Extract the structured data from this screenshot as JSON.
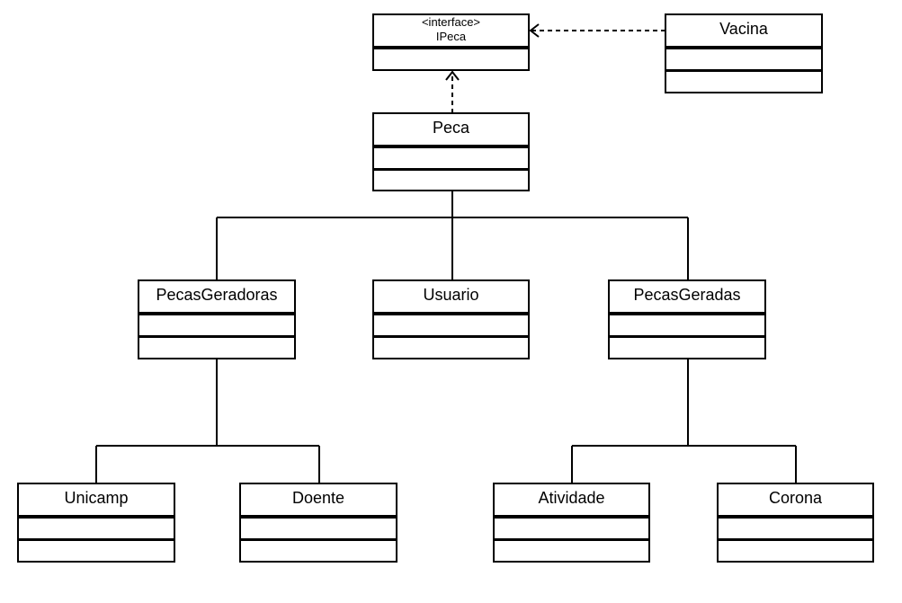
{
  "diagram": {
    "interface": {
      "stereotype": "<interface>",
      "name": "IPeca"
    },
    "classes": {
      "vacina": "Vacina",
      "peca": "Peca",
      "pecas_geradoras": "PecasGeradoras",
      "usuario": "Usuario",
      "pecas_geradas": "PecasGeradas",
      "unicamp": "Unicamp",
      "doente": "Doente",
      "atividade": "Atividade",
      "corona": "Corona"
    }
  }
}
